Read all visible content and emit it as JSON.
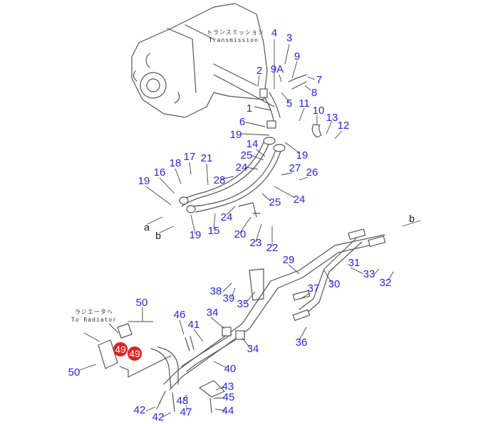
{
  "captions": {
    "transmission_jp": "トランスミッション",
    "transmission_en": "Transmission",
    "radiator_jp": "ラジエータへ",
    "radiator_en": "To Radiator"
  },
  "labels": [
    "4",
    "3",
    "9",
    "9A",
    "2",
    "7",
    "8",
    "5",
    "11",
    "1",
    "10",
    "13",
    "12",
    "6",
    "19",
    "14",
    "19",
    "25",
    "21",
    "17",
    "24",
    "18",
    "27",
    "26",
    "16",
    "28",
    "19",
    "24",
    "25",
    "24",
    "20",
    "15",
    "19",
    "23",
    "22",
    "29",
    "31",
    "30",
    "33",
    "32",
    "38",
    "39",
    "35",
    "37",
    "50",
    "46",
    "34",
    "41",
    "34",
    "36",
    "50",
    "40",
    "43",
    "45",
    "48",
    "42",
    "47",
    "44",
    "42"
  ],
  "arrows": {
    "a_left": "a",
    "b_left": "b",
    "b_right": "b"
  },
  "highlighted": [
    "49",
    "49"
  ],
  "colors": {
    "label": "#2424f0",
    "highlight": "#e02020"
  }
}
